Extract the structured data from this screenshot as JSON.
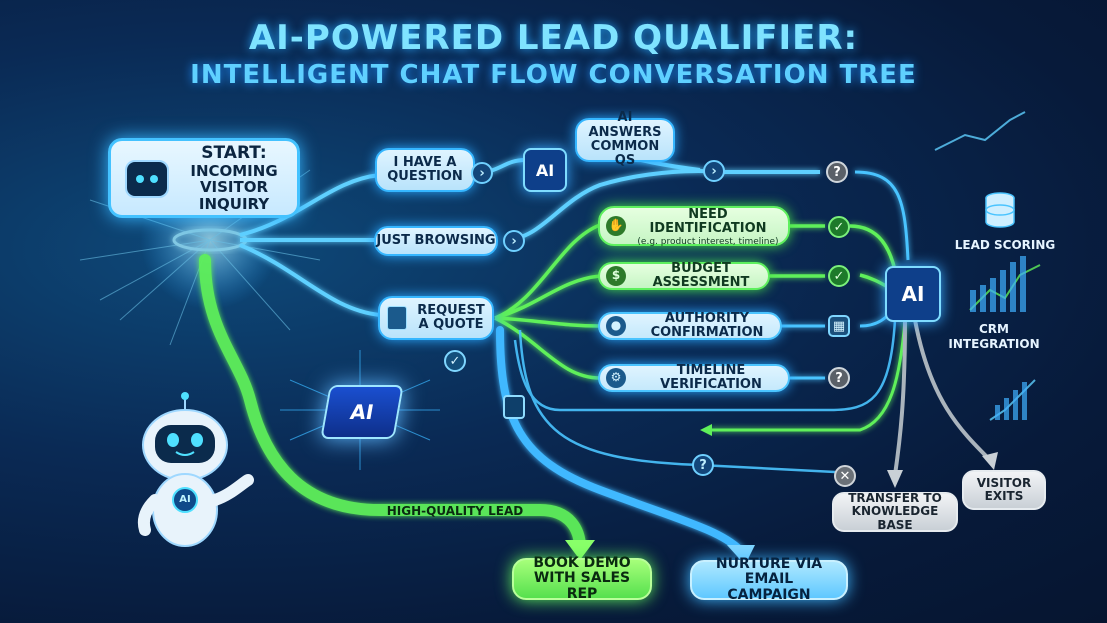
{
  "title": {
    "line1": "AI-POWERED LEAD QUALIFIER:",
    "line2": "INTELLIGENT CHAT FLOW CONVERSATION TREE"
  },
  "start": {
    "label1": "START:",
    "label2": "INCOMING",
    "label3": "VISITOR INQUIRY"
  },
  "entry_options": {
    "question": "I HAVE A QUESTION",
    "browsing": "JUST BROWSING",
    "quote": "REQUEST A QUOTE"
  },
  "ai_answers": "AI ANSWERS COMMON Qs",
  "qualification_steps": [
    {
      "label": "NEED IDENTIFICATION",
      "sub": "(e.g. product interest, timeline)",
      "icon": "handshake-icon"
    },
    {
      "label": "BUDGET ASSESSMENT",
      "sub": "",
      "icon": "dollar-icon"
    },
    {
      "label": "AUTHORITY CONFIRMATION",
      "sub": "",
      "icon": "person-icon"
    },
    {
      "label": "TIMELINE VERIFICATION",
      "sub": "",
      "icon": "gear-icon"
    }
  ],
  "ai_chip": "AI",
  "right_labels": {
    "lead_scoring": "LEAD SCORING",
    "crm": "CRM INTEGRATION"
  },
  "high_quality": "HIGH-QUALITY LEAD",
  "outcomes": {
    "demo": "BOOK DEMO WITH SALES REP",
    "nurture": "NURTURE VIA EMAIL CAMPAIGN",
    "transfer": "TRANSFER TO KNOWLEDGE BASE",
    "exit": "VISITOR EXITS"
  },
  "robot_badge": "AI",
  "colors": {
    "green": "#5ff05a",
    "blue": "#40b8ff",
    "grey": "#aab4bd",
    "bg": "#0a2a55"
  }
}
